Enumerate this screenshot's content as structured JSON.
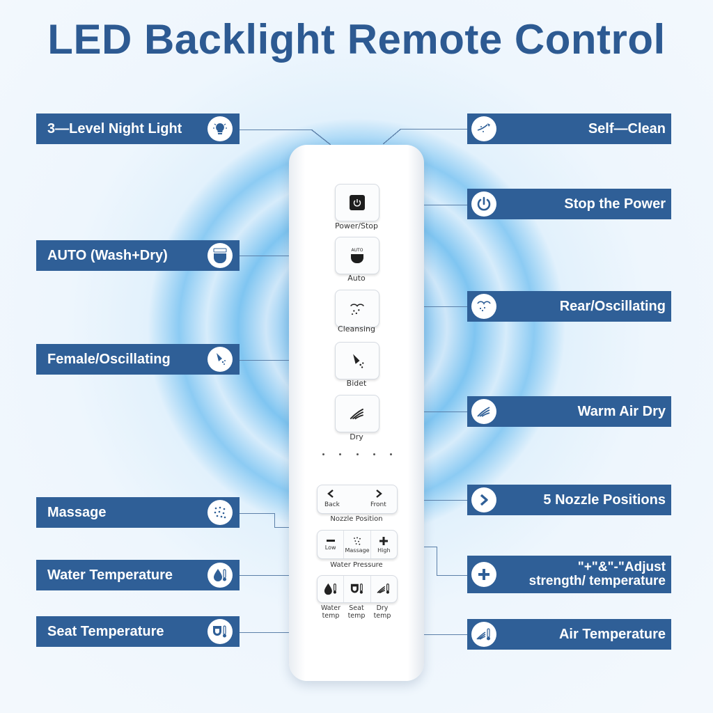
{
  "title": "LED Backlight Remote Control",
  "left_labels": [
    {
      "text": "3—Level Night Light",
      "icon": "light-bulb-icon"
    },
    {
      "text": "AUTO (Wash+Dry)",
      "icon": "auto-icon"
    },
    {
      "text": "Female/Oscillating",
      "icon": "bidet-icon"
    },
    {
      "text": "Massage",
      "icon": "massage-icon"
    },
    {
      "text": "Water Temperature",
      "icon": "water-temperature-icon"
    },
    {
      "text": "Seat Temperature",
      "icon": "seat-temperature-icon"
    }
  ],
  "right_labels": [
    {
      "text": "Self—Clean",
      "icon": "nozzle-clean-icon"
    },
    {
      "text": "Stop the Power",
      "icon": "power-icon"
    },
    {
      "text": "Rear/Oscillating",
      "icon": "rear-cleansing-icon"
    },
    {
      "text": "Warm Air Dry",
      "icon": "air-dry-icon"
    },
    {
      "text": "5 Nozzle Positions",
      "icon": "chevron-right-icon"
    },
    {
      "line1": "\"+\"&\"-\"Adjust",
      "line2": "strength/ temperature",
      "icon": "plus-icon"
    },
    {
      "text": "Air Temperature",
      "icon": "air-temperature-icon"
    }
  ],
  "remote": {
    "buttons": [
      {
        "label": "Power/Stop",
        "icon": "power-icon"
      },
      {
        "label": "Auto",
        "icon": "auto-icon",
        "icon_text": "AUTO"
      },
      {
        "label": "Cleansing",
        "icon": "rear-cleansing-icon"
      },
      {
        "label": "Bidet",
        "icon": "bidet-icon"
      },
      {
        "label": "Dry",
        "icon": "air-dry-icon"
      }
    ],
    "nozzle": {
      "back": "Back",
      "front": "Front",
      "caption": "Nozzle Position"
    },
    "pressure": {
      "low": "Low",
      "massage": "Massage",
      "high": "High",
      "caption": "Water Pressure"
    },
    "temps": [
      {
        "line1": "Water",
        "line2": "temp"
      },
      {
        "line1": "Seat",
        "line2": "temp"
      },
      {
        "line1": "Dry",
        "line2": "temp"
      }
    ],
    "accent": "#2f5f97"
  }
}
